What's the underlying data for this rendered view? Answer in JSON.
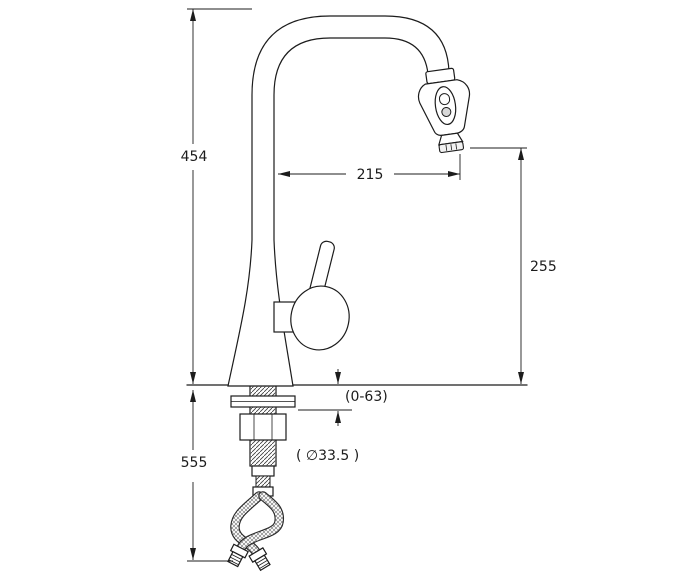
{
  "diagram": {
    "labels": {
      "overall_height": "454",
      "spout_reach": "215",
      "spout_height": "255",
      "deck_thickness": "(0-63)",
      "hole_diameter": "( ∅33.5 )",
      "below_counter_length": "555"
    },
    "colors": {
      "line": "#1c1c1c",
      "background": "#ffffff"
    }
  }
}
